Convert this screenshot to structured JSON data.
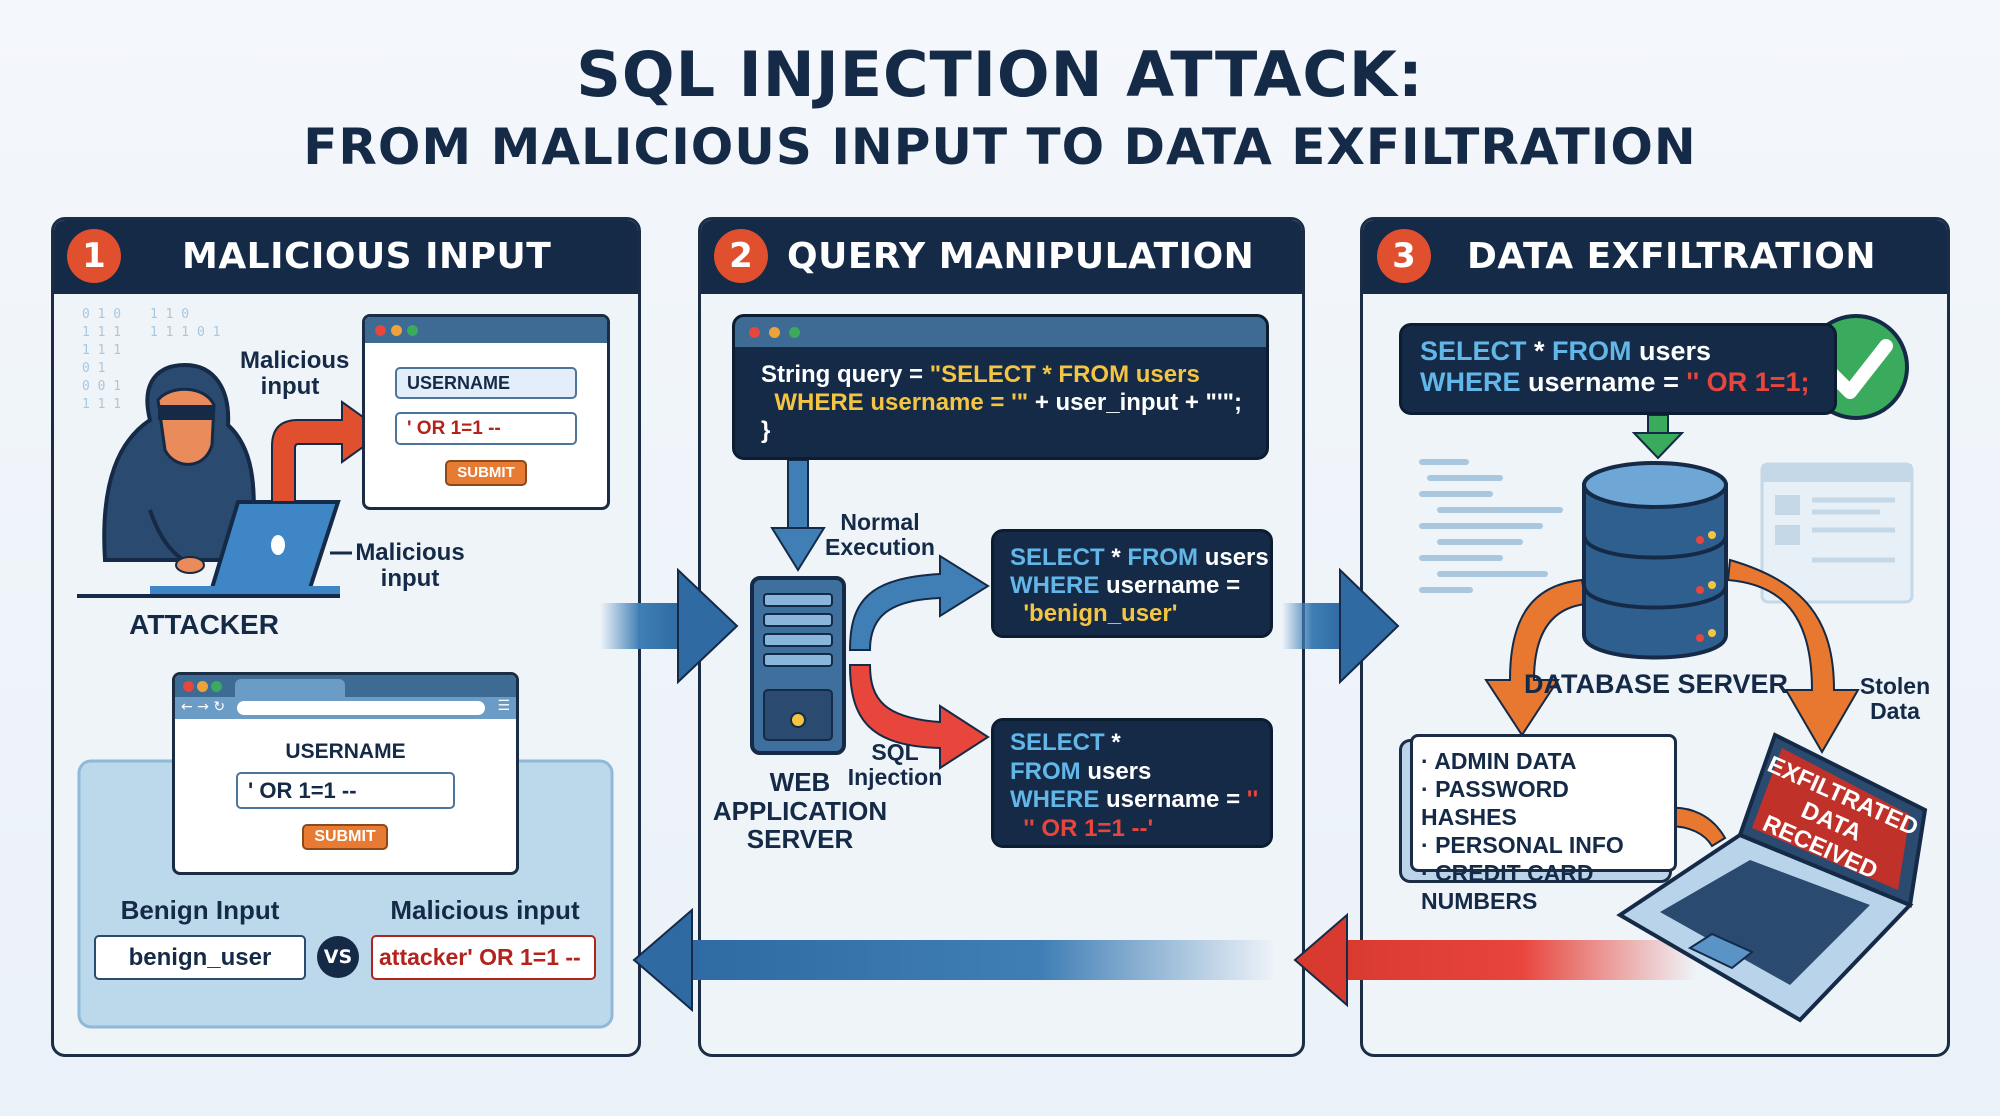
{
  "title": {
    "line1": "SQL INJECTION ATTACK:",
    "line2": "FROM MALICIOUS INPUT TO DATA EXFILTRATION"
  },
  "colors": {
    "navy": "#142a47",
    "accent_orange": "#e0502e",
    "keyword_blue": "#62b6e8",
    "string_yellow": "#f4c542",
    "injection_red": "#e8453c",
    "success_green": "#3aaa5c"
  },
  "panels": [
    {
      "number": "1",
      "title": "MALICIOUS INPUT",
      "attacker_label": "ATTACKER",
      "arrow_label": "Malicious input",
      "laptop_label": "Malicious input",
      "login_form": {
        "username_label": "USERNAME",
        "input_value": "' OR 1=1 --",
        "submit_label": "SUBMIT"
      },
      "browser_form": {
        "username_label": "USERNAME",
        "input_value": "' OR 1=1 --",
        "submit_label": "SUBMIT"
      },
      "comparison": {
        "benign_label": "Benign Input",
        "benign_value": "benign_user",
        "vs_label": "VS",
        "malicious_label": "Malicious input",
        "malicious_value": "attacker' OR 1=1 --"
      },
      "icons": [
        "hooded-hacker-icon",
        "laptop-icon",
        "binary-code-icon",
        "browser-window-icon"
      ]
    },
    {
      "number": "2",
      "title": "QUERY MANIPULATION",
      "code": [
        [
          {
            "t": "String query = ",
            "c": "w"
          },
          {
            "t": "\"SELECT * FROM users",
            "c": "y"
          }
        ],
        [
          {
            "t": "  WHERE username = '\"",
            "c": "y"
          },
          {
            "t": " + user_input + \"'\";",
            "c": "w"
          }
        ],
        [
          {
            "t": "}",
            "c": "w"
          }
        ]
      ],
      "server_label": "WEB APPLICATION SERVER",
      "normal_label": "Normal Execution",
      "injection_label": "SQL Injection",
      "normal_query": [
        [
          {
            "t": "SELECT",
            "c": "b"
          },
          {
            "t": " * ",
            "c": "w"
          },
          {
            "t": "FROM",
            "c": "b"
          },
          {
            "t": " users",
            "c": "w"
          }
        ],
        [
          {
            "t": "WHERE",
            "c": "b"
          },
          {
            "t": " username =",
            "c": "w"
          }
        ],
        [
          {
            "t": "  'benign_user'",
            "c": "y"
          }
        ]
      ],
      "injected_query": [
        [
          {
            "t": "SELECT",
            "c": "b"
          },
          {
            "t": " *",
            "c": "w"
          }
        ],
        [
          {
            "t": "FROM",
            "c": "b"
          },
          {
            "t": " users",
            "c": "w"
          }
        ],
        [
          {
            "t": "WHERE",
            "c": "b"
          },
          {
            "t": " username = ",
            "c": "w"
          },
          {
            "t": "''",
            "c": "r"
          }
        ],
        [
          {
            "t": "  '' OR 1=1 --'",
            "c": "r"
          }
        ]
      ],
      "icons": [
        "server-icon"
      ]
    },
    {
      "number": "3",
      "title": "DATA EXFILTRATION",
      "query": [
        [
          {
            "t": "SELECT",
            "c": "b"
          },
          {
            "t": " * ",
            "c": "w"
          },
          {
            "t": "FROM",
            "c": "b"
          },
          {
            "t": " users",
            "c": "w"
          }
        ],
        [
          {
            "t": "WHERE",
            "c": "b"
          },
          {
            "t": " username = ",
            "c": "w"
          },
          {
            "t": "'' OR 1=1;",
            "c": "r"
          }
        ]
      ],
      "database_label": "DATABASE SERVER",
      "stolen_label": "Stolen Data",
      "stolen_items": [
        "ADMIN DATA",
        "PASSWORD HASHES",
        "PERSONAL INFO",
        "CREDIT CARD NUMBERS"
      ],
      "laptop_screen_lines": [
        "EXFILTRATED",
        "DATA",
        "RECEIVED"
      ],
      "icons": [
        "checkmark-icon",
        "database-icon",
        "laptop-icon"
      ]
    }
  ]
}
